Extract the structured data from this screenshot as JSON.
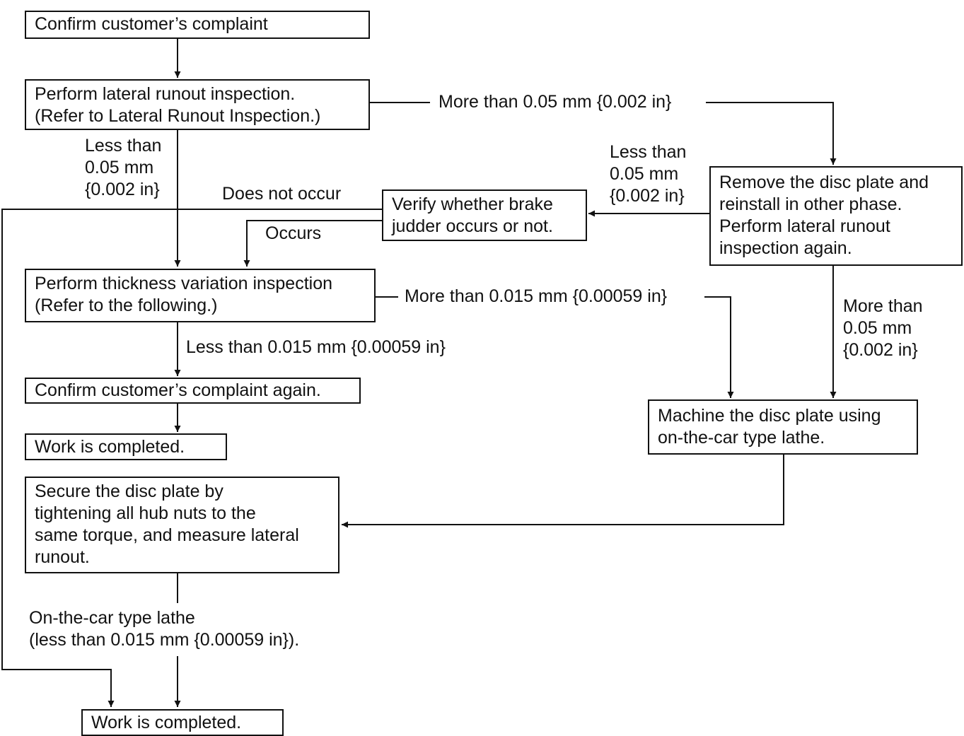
{
  "boxes": {
    "b1": [
      "Confirm customer’s complaint"
    ],
    "b2": [
      "Perform lateral runout inspection.",
      "(Refer to Lateral Runout Inspection.)"
    ],
    "b3": [
      "Remove the disc plate and",
      "reinstall in other phase.",
      "Perform lateral runout",
      "inspection again."
    ],
    "b4": [
      "Verify whether brake",
      "judder occurs or not."
    ],
    "b5": [
      "Perform thickness variation inspection",
      "(Refer to the following.)"
    ],
    "b6": [
      "Confirm customer’s complaint again."
    ],
    "b7": [
      "Work is completed."
    ],
    "b8": [
      "Machine the disc plate using",
      "on-the-car type lathe."
    ],
    "b9": [
      "Secure the disc plate by",
      "tightening all hub nuts to the",
      "same torque, and measure lateral",
      "runout."
    ],
    "b10": [
      "Work is completed."
    ]
  },
  "labels": {
    "l1": [
      "More than 0.05 mm {0.002 in}"
    ],
    "l2": [
      "Less than",
      "0.05 mm",
      "{0.002 in}"
    ],
    "l3": [
      "Less than",
      "0.05 mm",
      "{0.002 in}"
    ],
    "l4": [
      "Does not occur"
    ],
    "l5": [
      "Occurs"
    ],
    "l6": [
      "More than 0.015 mm {0.00059 in}"
    ],
    "l7": [
      "More than",
      "0.05 mm",
      "{0.002 in}"
    ],
    "l8": [
      "Less than 0.015 mm {0.00059 in}"
    ],
    "l9": [
      "On-the-car type lathe",
      "(less than 0.015 mm {0.00059 in})."
    ]
  }
}
